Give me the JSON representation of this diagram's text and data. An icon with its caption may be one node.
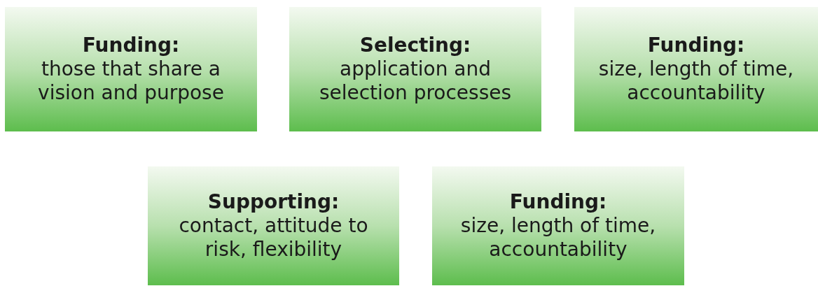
{
  "diagram": {
    "nodes": [
      {
        "text": [
          "Funding:",
          "those that share a vision and purpose"
        ]
      },
      {
        "text": [
          "Selecting:",
          "application and selection processes"
        ]
      },
      {
        "text": [
          "Funding:",
          "size, length of time, accountability"
        ]
      },
      {
        "text": [
          "Supporting:",
          "contact, attitude to risk, flexibility"
        ]
      },
      {
        "text": [
          "Funding:",
          "size, length of time, accountability"
        ]
      }
    ]
  }
}
